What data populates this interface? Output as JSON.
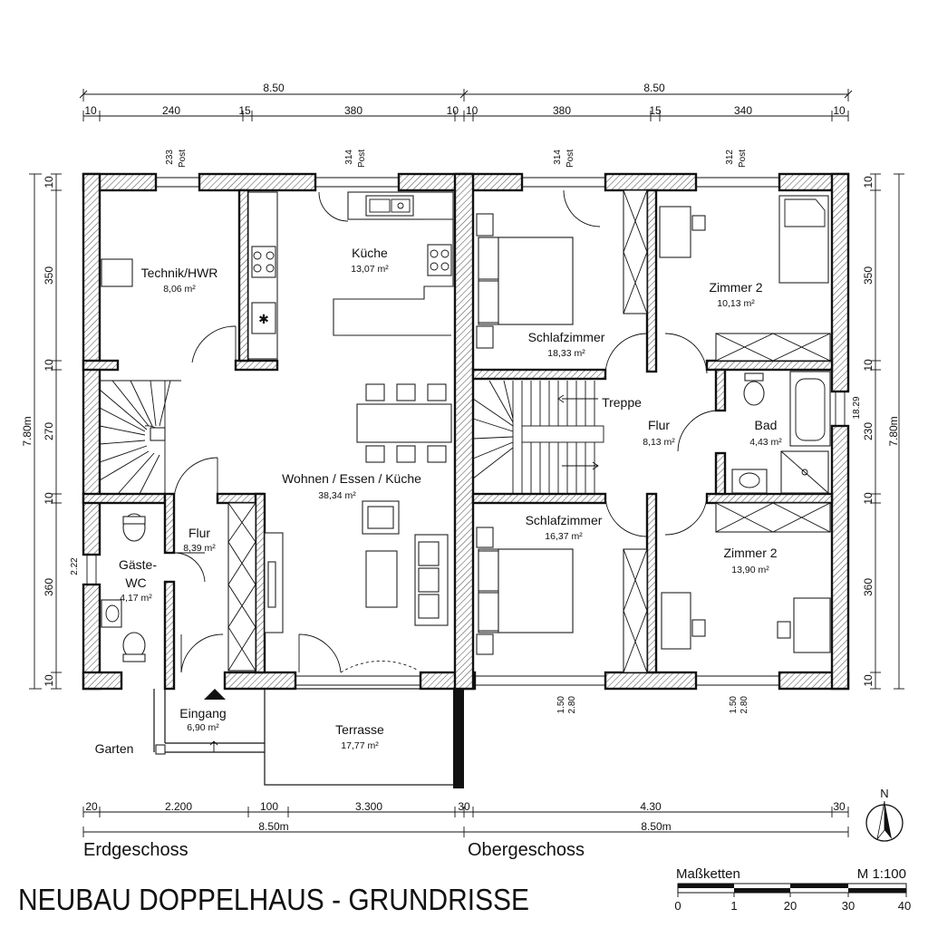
{
  "title": "NEUBAU DOPPELHAUS - GRUNDRISSE",
  "floors": {
    "ground": "Erdgeschoss",
    "upper": "Obergeschoss"
  },
  "dimensions": {
    "top_total_left": "8.50",
    "top_total_right": "8.50",
    "top_segments_left": [
      "10",
      "240",
      "15",
      "380",
      "10"
    ],
    "top_segments_right": [
      "10",
      "380",
      "15",
      "340",
      "10"
    ],
    "window_labels": [
      {
        "a": "233",
        "b": "Post"
      },
      {
        "a": "314",
        "b": "Post"
      },
      {
        "a": "314",
        "b": "Post"
      },
      {
        "a": "312",
        "b": "Post"
      }
    ],
    "left_total": "7.80m",
    "left_segments": [
      "10",
      "350",
      "10",
      "270",
      "10",
      "360",
      "10"
    ],
    "left_side_label": "2.22",
    "right_total": "7.80m",
    "right_segments": [
      "10",
      "350",
      "10",
      "230",
      "10",
      "360",
      "10"
    ],
    "right_side_label": "18.29",
    "bottom_segments_left": [
      "20",
      "2.200",
      "100",
      "3.300",
      "30"
    ],
    "bottom_segments_right": [
      "4.30",
      "30"
    ],
    "bottom_total_left": "8.50m",
    "bottom_total_right": "8.50m",
    "upper_window_labels": [
      {
        "a": "1.50",
        "b": "2.80"
      },
      {
        "a": "1.50",
        "b": "2.80"
      }
    ]
  },
  "rooms": {
    "technik": {
      "name": "Technik/HWR",
      "area": "8,06 m²"
    },
    "kueche": {
      "name": "Küche",
      "area": "13,07 m²"
    },
    "wohnen": {
      "name": "Wohnen / Essen / Küche",
      "area": "38,34 m²"
    },
    "flur_eg": {
      "name": "Flur",
      "area": "8,39 m²"
    },
    "gaeste": {
      "name1": "Gäste-",
      "name2": "WC",
      "area": "4,17 m²"
    },
    "eingang": {
      "name": "Eingang",
      "area": "6,90 m²"
    },
    "terrasse": {
      "name": "Terrasse",
      "area": "17,77 m²"
    },
    "garten": {
      "name": "Garten"
    },
    "schlaf1": {
      "name": "Schlafzimmer",
      "area": "18,33 m²"
    },
    "zimmer2a": {
      "name": "Zimmer 2",
      "area": "10,13 m²"
    },
    "treppe": {
      "name": "Treppe"
    },
    "flur_og": {
      "name": "Flur",
      "area": "8,13 m²"
    },
    "bad": {
      "name": "Bad",
      "area": "4,43 m²"
    },
    "schlaf2": {
      "name": "Schlafzimmer",
      "area": "16,37 m²"
    },
    "zimmer2b": {
      "name": "Zimmer 2",
      "area": "13,90 m²"
    }
  },
  "legend": {
    "label": "Maßketten",
    "scale": "M 1:100",
    "ticks": [
      "0",
      "1",
      "20",
      "30",
      "40"
    ]
  },
  "north": "N",
  "icons": [
    "north-arrow-icon",
    "entrance-arrow-icon",
    "stove-icon",
    "sink-icon",
    "snowflake-icon"
  ]
}
